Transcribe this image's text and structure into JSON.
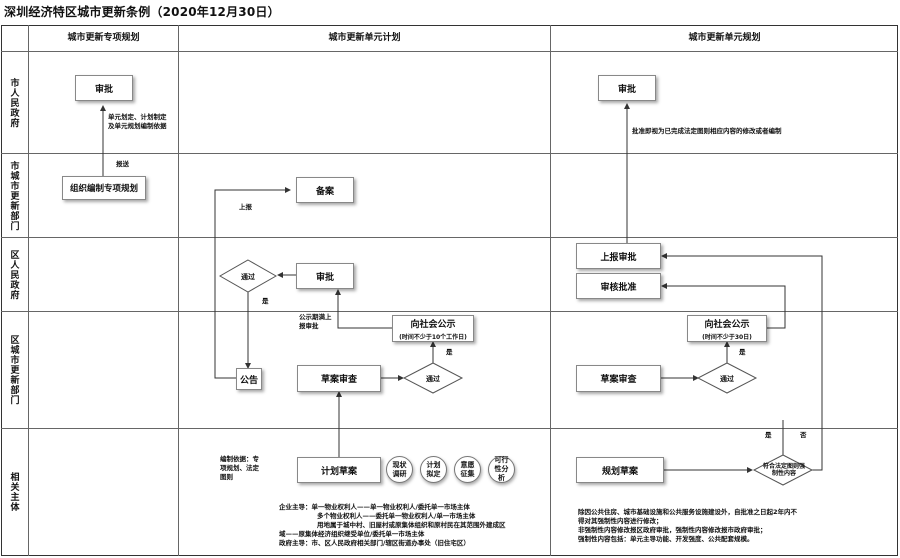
{
  "title": "深圳经济特区城市更新条例（2020年12月30日）",
  "columns": [
    "城市更新专项规划",
    "城市更新单元计划",
    "城市更新单元规划"
  ],
  "rows": [
    "市人民政府",
    "市城市更新部门",
    "区人民政府",
    "区城市更新部门",
    "相关主体"
  ],
  "col1": {
    "approve": "审批",
    "note": "单元划定、计划制定及单元规划编制依据",
    "submit": "报送",
    "organize": "组织编制专项规划"
  },
  "col2": {
    "record": "备案",
    "report_up": "上报",
    "pass": "通过",
    "yes": "是",
    "approve": "审批",
    "publicity_approve": "公示期满上报审批",
    "publicity_title": "向社会公示",
    "publicity_time": "(时间不少于10个工作日)",
    "yes2": "是",
    "announce": "公告",
    "draft_review": "草案审查",
    "pass2": "通过",
    "basis": "编制依据：专项规划、法定图则",
    "plan_draft": "计划草案",
    "circles": [
      "现状调研",
      "计划拟定",
      "意愿征集",
      "可行性分析"
    ],
    "bottom_lines": [
      "企业主导：单一物业权利人——单一物业权利人/委托单一市场主体",
      "多个物业权利人——委托单一物业权利人/单一市场主体",
      "用地属于城中村、旧屋村或原集体组织和原村民在其范围外建成区",
      "域——原集体经济组织继受单位/委托单一市场主体",
      "政府主导：市、区人民政府相关部门/辖区街道办事处（旧住宅区）"
    ]
  },
  "col3": {
    "approve": "审批",
    "note": "批准即视为已完成法定图则相应内容的修改或者编制",
    "report_approve": "上报审批",
    "review_approve": "审核批准",
    "publicity_title": "向社会公示",
    "publicity_time": "(时间不少于30日)",
    "yes": "是",
    "draft_review": "草案审查",
    "pass": "通过",
    "yes2": "是",
    "no": "否",
    "plan_draft": "规划草案",
    "check": "符合法定图则强制性内容",
    "bottom_lines": [
      "除因公共住房、城市基础设施和公共服务设施建设外，自批准之日起2年内不",
      "得对其强制性内容进行修改；",
      "非强制性内容修改报区政府审批，强制性内容修改报市政府审批；",
      "强制性内容包括：单元主导功能、开发强度、公共配套规模。"
    ]
  }
}
